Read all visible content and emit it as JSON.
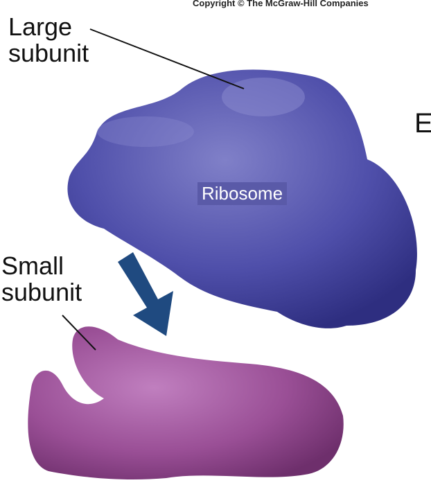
{
  "copyright": "Copyright © The McGraw-Hill Companies",
  "labels": {
    "large_line1": "Large",
    "large_line2": "subunit",
    "small_line1": "Small",
    "small_line2": "subunit",
    "ribosome": "Ribosome",
    "edge_letter": "E"
  },
  "colors": {
    "large_subunit": "#4d4da6",
    "small_subunit": "#9a4f96",
    "arrow": "#1f4a80"
  }
}
